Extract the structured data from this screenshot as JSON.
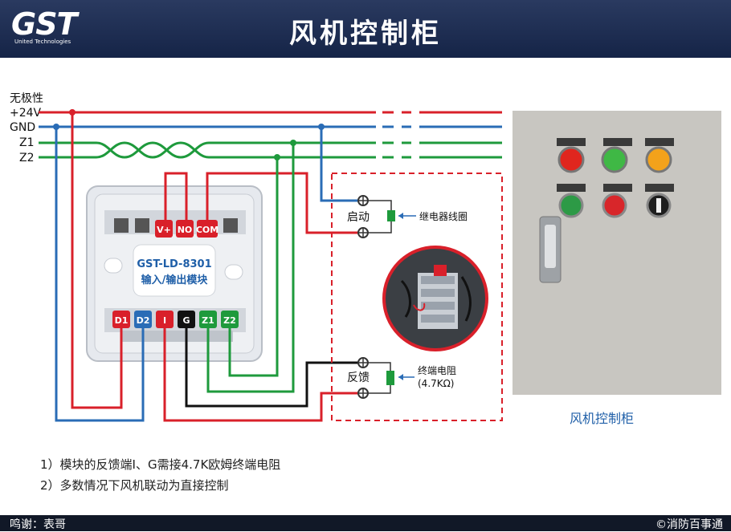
{
  "header": {
    "title": "风机控制柜",
    "logo_text": "GST",
    "logo_sub": "United Technologies"
  },
  "wires": {
    "polarity": "无极性",
    "v24": "+24V",
    "gnd": "GND",
    "z1": "Z1",
    "z2": "Z2"
  },
  "module": {
    "name": "GST-LD-8301",
    "desc": "输入/输出模块",
    "top_terminals": [
      "V+",
      "NO",
      "COM"
    ],
    "bottom_terminals": [
      "D1",
      "D2",
      "I",
      "G",
      "Z1",
      "Z2"
    ]
  },
  "control": {
    "start": "启动",
    "feedback": "反馈",
    "relay_coil": "继电器线圈",
    "terminal_resistor": "终端电阻",
    "resistor_value": "(4.7KΩ)"
  },
  "cabinet": {
    "label": "风机控制柜"
  },
  "notes": [
    "1）模块的反馈端I、G需接4.7K欧姆终端电阻",
    "2）多数情况下风机联动为直接控制"
  ],
  "footer": {
    "left": "鸣谢：表哥",
    "right": "©消防百事通"
  },
  "colors": {
    "red": "#d9202a",
    "blue": "#2a6cb6",
    "green": "#1e9a3c",
    "black": "#111111",
    "header": "#1b2b50"
  }
}
